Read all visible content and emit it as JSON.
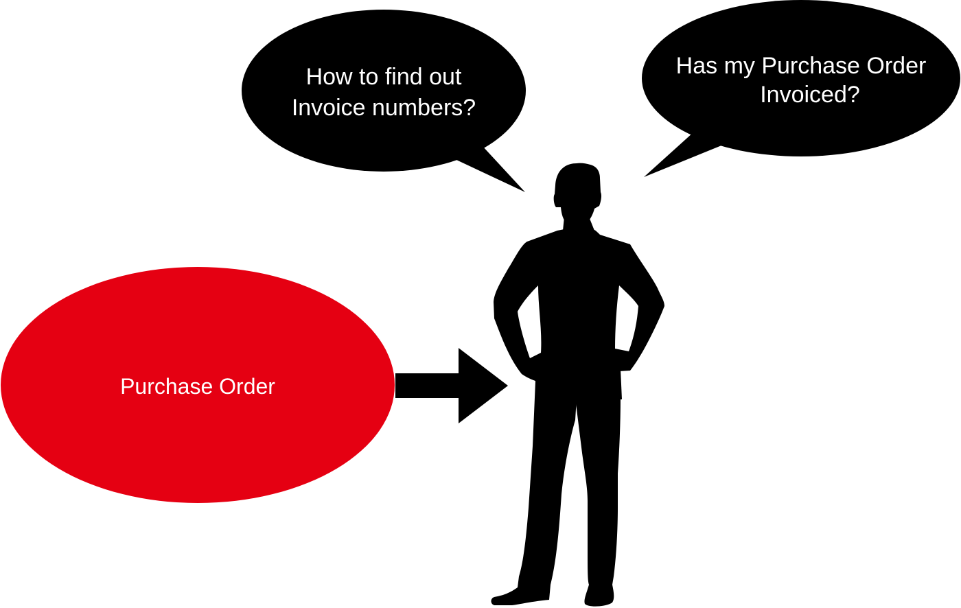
{
  "colors": {
    "background": "#ffffff",
    "bubble_fill": "#000000",
    "bubble_text": "#ffffff",
    "purchase_order_fill": "#e50012",
    "arrow_fill": "#000000",
    "person_fill": "#000000"
  },
  "purchase_order": {
    "label": "Purchase Order"
  },
  "speech_bubbles": [
    {
      "lines": [
        "How to find out",
        "Invoice numbers?"
      ]
    },
    {
      "lines": [
        "Has my Purchase Order",
        "Invoiced?"
      ]
    }
  ],
  "icons": {
    "arrow": "right-arrow-icon",
    "person": "person-silhouette-icon"
  }
}
